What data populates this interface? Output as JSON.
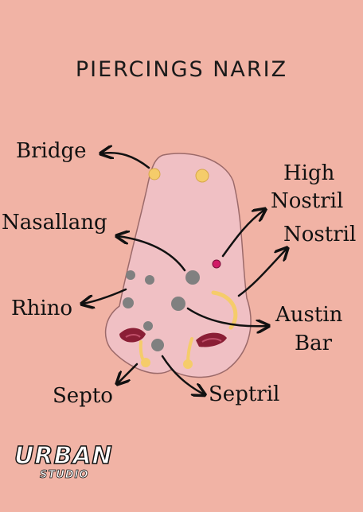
{
  "title": "PIERCINGS NARIZ",
  "labels": {
    "bridge": "Bridge",
    "high_nostril_line1": "High",
    "high_nostril_line2": "Nostril",
    "nasallang": "Nasallang",
    "nostril": "Nostril",
    "rhino": "Rhino",
    "austin_bar_line1": "Austin",
    "austin_bar_line2": "Bar",
    "septo": "Septo",
    "septril": "Septril"
  },
  "logo": {
    "main": "URBAN",
    "sub": "STUDIO"
  },
  "colors": {
    "background": "#f1b3a5",
    "skin": "#f0c0c4",
    "outline": "#9c6a6a",
    "stud_gray": "#808080",
    "jewel_gold": "#f5cc6a",
    "jewel_pink": "#d11a66",
    "nostril_dark": "#8a1e35"
  }
}
